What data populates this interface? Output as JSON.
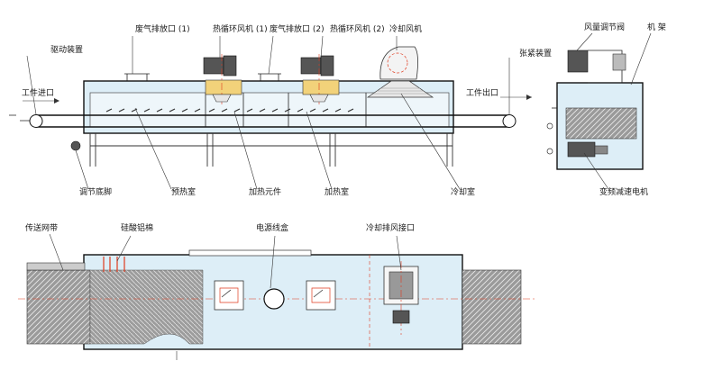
{
  "labels": {
    "exhaust_outlet_1": "废气排放口 (1)",
    "hot_fan_1": "热循环风机 (1)",
    "exhaust_outlet_2": "废气排放口 (2)",
    "hot_fan_2": "热循环风机 (2)",
    "cooling_fan": "冷却风机",
    "air_valve": "风量调节阀",
    "frame": "机 架",
    "drive_device": "驱动装置",
    "work_inlet": "工件进口",
    "work_outlet": "工件出口",
    "tension_device": "张紧装置",
    "adjust_foot": "调节底脚",
    "preheat_room": "预热室",
    "heating_element": "加热元件",
    "heating_room": "加热室",
    "cooling_room": "冷却室",
    "vf_motor": "变频减速电机",
    "mesh_belt": "传送网带",
    "silicate_wool": "硅酸铝棉",
    "power_box": "电源线盒",
    "cool_exhaust_port": "冷却排风接口"
  },
  "colors": {
    "panel_fill": "#ddeef7",
    "hatch_fill": "#8a8a8a",
    "accent_red": "#e03a1e",
    "heater_yellow": "#f2d27a"
  }
}
